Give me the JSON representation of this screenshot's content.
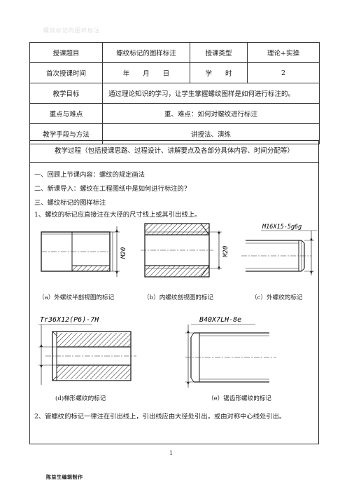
{
  "header_faint": "螺纹标记的图样标注",
  "meta_table": {
    "row1": [
      "授课题目",
      "螺纹标记的图样标注",
      "授课类型",
      "理论+实操"
    ],
    "row2": [
      "首次授课时间",
      "年　　月　　日",
      "学　　时",
      "2"
    ],
    "row3": [
      "教学目标",
      "通过理论知识的学习，让学生掌握螺纹图样是如何进行标注的。"
    ],
    "row4": [
      "重点与难点",
      "重、难点：如何对螺纹进行标注"
    ],
    "row5": [
      "教学手段与方法",
      "讲授法、演练"
    ]
  },
  "process": {
    "heading": "教学过程（包括授课思路、过程设计、讲解要点及各部分具体内容、时间分配等）",
    "lines": [
      "一、回顾上节课内容：螺纹的规定画法",
      "二、新课导入：螺纹在工程图纸中是如何进行标注的？",
      "三、螺纹标记的图样标注",
      "1、螺纹的标记应直接注在大径的尺寸线上或其引出线上。",
      "2、管螺纹的标记一律注在引出线上，引出线应由大径处引出，或由对称中心线处引出。"
    ],
    "figures": {
      "a_label": "M20",
      "b_label": "M20",
      "c_label": "M16X15-5g6g",
      "d_label": "Tr36X12(P6)-7H",
      "e_label": "B40X7LH-8e"
    },
    "captions": {
      "a": "（a）外螺纹半剖视图的标记",
      "b": "（b）内螺纹剖视图的标记",
      "c": "（c）外螺纹的标记",
      "d": "(d)梯形螺纹的标记",
      "e": "（e）锯齿形螺纹的标记"
    }
  },
  "page_number": "1",
  "footer": "陈益生编辑制作"
}
